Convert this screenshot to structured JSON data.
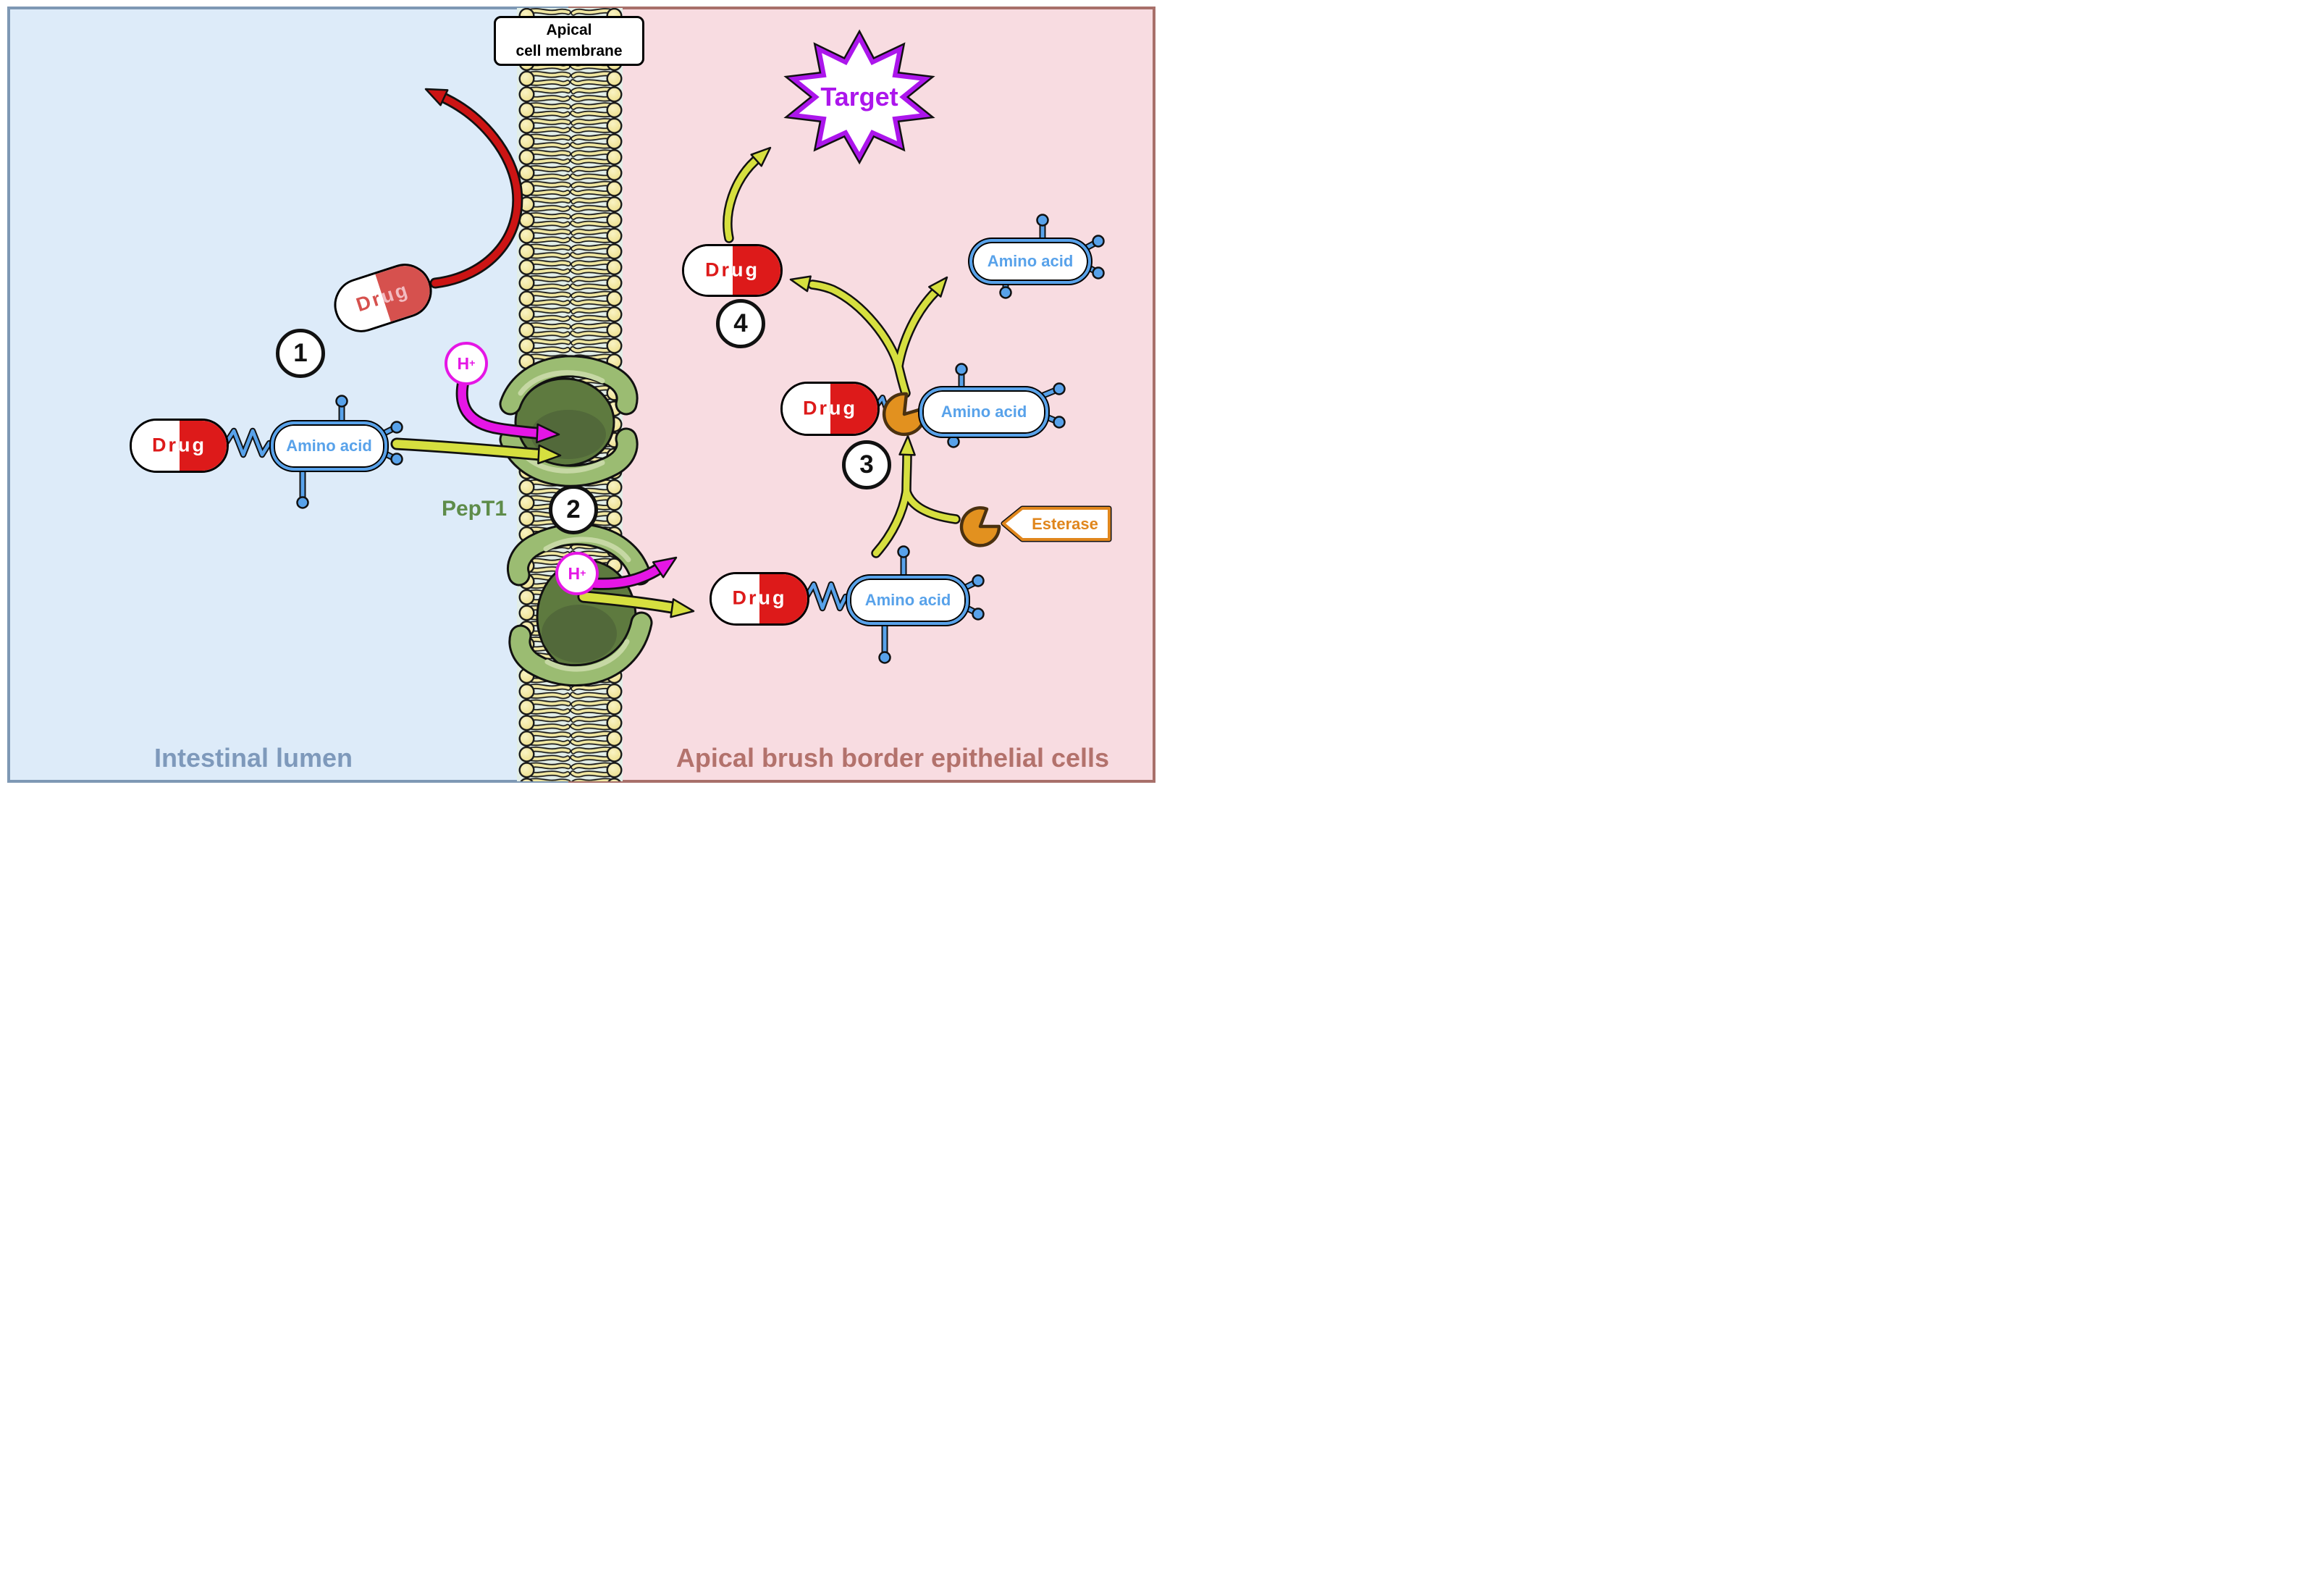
{
  "diagram": {
    "title_box": {
      "line1": "Apical",
      "line2": "cell membrane"
    },
    "regions": {
      "lumen": "Intestinal lumen",
      "epithelial": "Apical brush border epithelial cells"
    },
    "labels": {
      "drug": "Drug",
      "amino_acid": "Amino acid",
      "proton_symbol": "H",
      "proton_charge": "+",
      "transporter": "PepT1",
      "enzyme": "Esterase",
      "target": "Target"
    },
    "steps": [
      "1",
      "2",
      "3",
      "4"
    ],
    "colors": {
      "lumen_bg": "#DDEBF9",
      "lumen_border": "#7E98B4",
      "cell_bg": "#F8DCE1",
      "cell_border": "#A8706A",
      "membrane_bg": "#E2EEE7",
      "lipid_yellow": "#F0E7A2",
      "drug_red": "#DD1A1A",
      "amino_blue": "#58A2EA",
      "proton_magenta": "#E516E5",
      "arrow_yellow": "#D6DF3F",
      "arrow_red": "#CC1414",
      "transporter_green": "#9BBC72",
      "esterase_orange": "#E2911F",
      "target_purple": "#AC16EC"
    }
  }
}
